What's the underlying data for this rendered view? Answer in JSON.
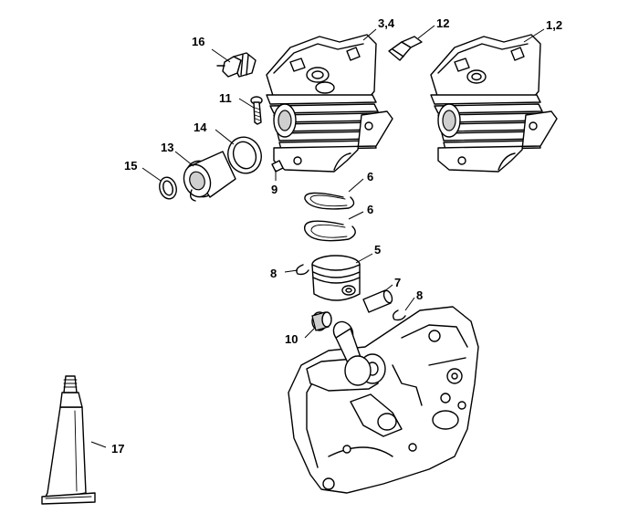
{
  "callouts": [
    {
      "id": "c-16",
      "label": "16"
    },
    {
      "id": "c-3-4",
      "label": "3,4"
    },
    {
      "id": "c-12",
      "label": "12"
    },
    {
      "id": "c-1-2",
      "label": "1,2"
    },
    {
      "id": "c-11",
      "label": "11"
    },
    {
      "id": "c-14",
      "label": "14"
    },
    {
      "id": "c-13",
      "label": "13"
    },
    {
      "id": "c-15",
      "label": "15"
    },
    {
      "id": "c-9",
      "label": "9"
    },
    {
      "id": "c-6a",
      "label": "6"
    },
    {
      "id": "c-6b",
      "label": "6"
    },
    {
      "id": "c-5",
      "label": "5"
    },
    {
      "id": "c-8a",
      "label": "8"
    },
    {
      "id": "c-7",
      "label": "7"
    },
    {
      "id": "c-8b",
      "label": "8"
    },
    {
      "id": "c-10",
      "label": "10"
    },
    {
      "id": "c-17",
      "label": "17"
    }
  ]
}
